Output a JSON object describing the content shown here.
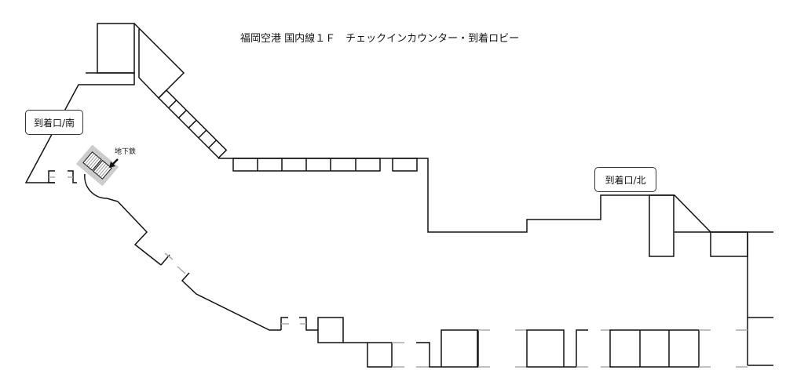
{
  "title": "福岡空港 国内線１Ｆ　チェックインカウンター・到着ロビー",
  "labels": {
    "south_exit": "到着口/南",
    "north_exit": "到着口/北",
    "subway": "地下鉄"
  },
  "colors": {
    "wall": "#111111",
    "stairs_bg": "#cccccc",
    "door": "#aaaaaa"
  }
}
